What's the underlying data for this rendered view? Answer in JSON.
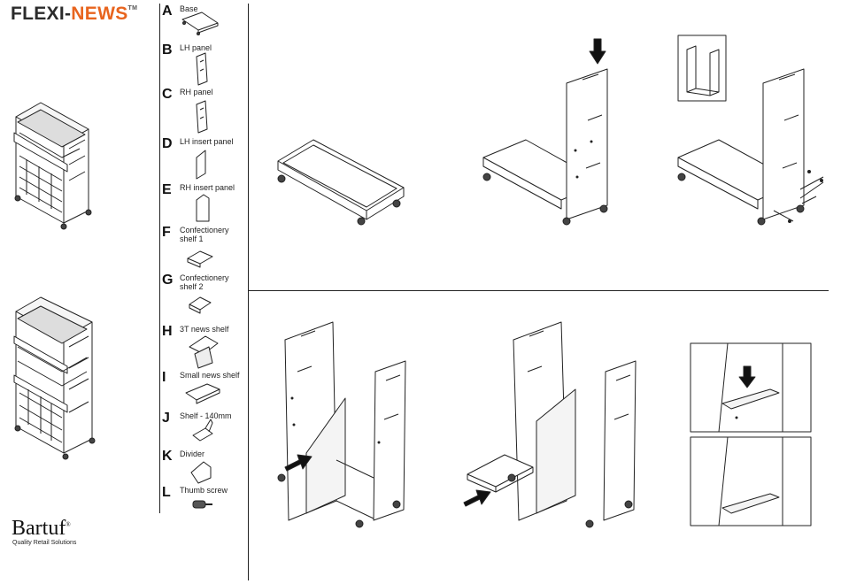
{
  "brand": {
    "name_part1": "FLEXI-",
    "name_part2": "NEWS",
    "trademark": "TM"
  },
  "parts": [
    {
      "letter": "A",
      "label": "Base"
    },
    {
      "letter": "B",
      "label": "LH panel"
    },
    {
      "letter": "C",
      "label": "RH panel"
    },
    {
      "letter": "D",
      "label": "LH insert panel"
    },
    {
      "letter": "E",
      "label": "RH insert panel"
    },
    {
      "letter": "F",
      "label": "Confectionery shelf 1"
    },
    {
      "letter": "G",
      "label": "Confectionery shelf 2"
    },
    {
      "letter": "H",
      "label": "3T news shelf"
    },
    {
      "letter": "I",
      "label": "Small news shelf"
    },
    {
      "letter": "J",
      "label": "Shelf - 140mm"
    },
    {
      "letter": "K",
      "label": "Divider"
    },
    {
      "letter": "L",
      "label": "Thumb screw"
    }
  ],
  "company": {
    "name": "Bartuf",
    "registered": "®",
    "tagline": "Quality Retail Solutions"
  },
  "colors": {
    "brand_dark": "#2b2b2b",
    "brand_orange": "#e8641e",
    "line": "#222222"
  }
}
